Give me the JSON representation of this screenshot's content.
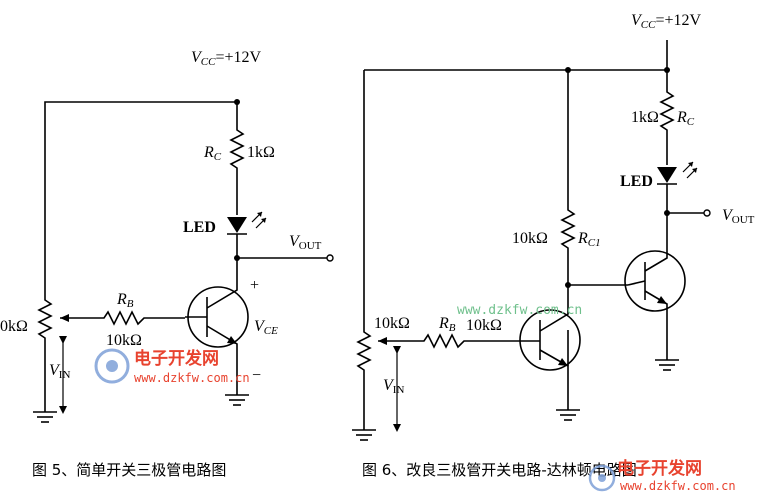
{
  "figure5": {
    "vcc": "V",
    "vcc_sub": "CC",
    "vcc_val": "=+12V",
    "rc_label": "R",
    "rc_sub": "C",
    "rc_val": "1kΩ",
    "led": "LED",
    "vout": "V",
    "vout_sub": "OUT",
    "plus": "+",
    "minus": "−",
    "vce": "V",
    "vce_sub": "CE",
    "rb_label": "R",
    "rb_sub": "B",
    "rb_val": "10kΩ",
    "pot_val": "0kΩ",
    "vin": "V",
    "vin_sub": "IN",
    "caption": "图 5、简单开关三极管电路图"
  },
  "figure6": {
    "vcc": "V",
    "vcc_sub": "CC",
    "vcc_val": "=+12V",
    "rc_val": "1kΩ",
    "rc_label": "R",
    "rc_sub": "C",
    "led": "LED",
    "vout": "V",
    "vout_sub": "OUT",
    "rc1_val": "10kΩ",
    "rc1_label": "R",
    "rc1_sub": "C1",
    "pot_val": "10kΩ",
    "rb_label": "R",
    "rb_sub": "B",
    "rb_val": "10kΩ",
    "vin": "V",
    "vin_sub": "IN",
    "caption": "图 6、改良三极管开关电路-达林顿电路图"
  },
  "watermark": {
    "url_center": "www.dzkfw.com.cn",
    "brand_cn": "电子开发网",
    "url_small": "www.dzkfw.com.cn",
    "brand_cn_br": "电子开发网",
    "url_br": "www.dzkfw.com.cn"
  }
}
